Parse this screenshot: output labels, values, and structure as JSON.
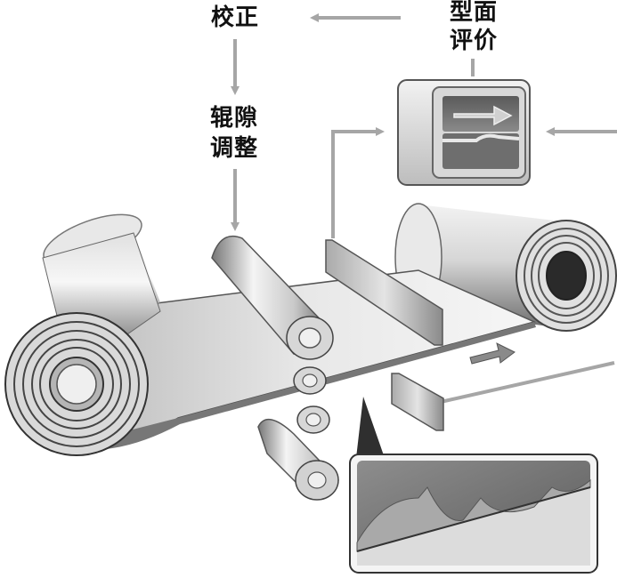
{
  "labels": {
    "correction": "校正",
    "profile_eval_line1": "型面",
    "profile_eval_line2": "评价",
    "gap_adjust_line1": "辊隙",
    "gap_adjust_line2": "调整"
  }
}
